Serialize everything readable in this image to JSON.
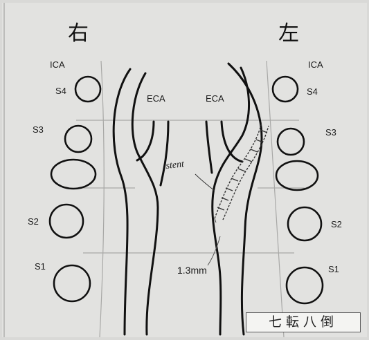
{
  "labels": {
    "side_right": "右",
    "side_left": "左",
    "ica_right": "ICA",
    "ica_left": "ICA",
    "eca_right": "ECA",
    "eca_left": "ECA",
    "s4_right": "S4",
    "s3_right": "S3",
    "s2_right": "S2",
    "s1_right": "S1",
    "s4_left": "S4",
    "s3_left": "S3",
    "s2_left": "S2",
    "s1_left": "S1",
    "stent_note": "stent",
    "measurement": "1.3mm"
  },
  "stamp": {
    "text": "七転八倒"
  },
  "colors": {
    "background": "#d9d9d7",
    "ink": "#111111",
    "gridline": "#a8a8a6",
    "stamp_bg": "#f4f4f2"
  }
}
